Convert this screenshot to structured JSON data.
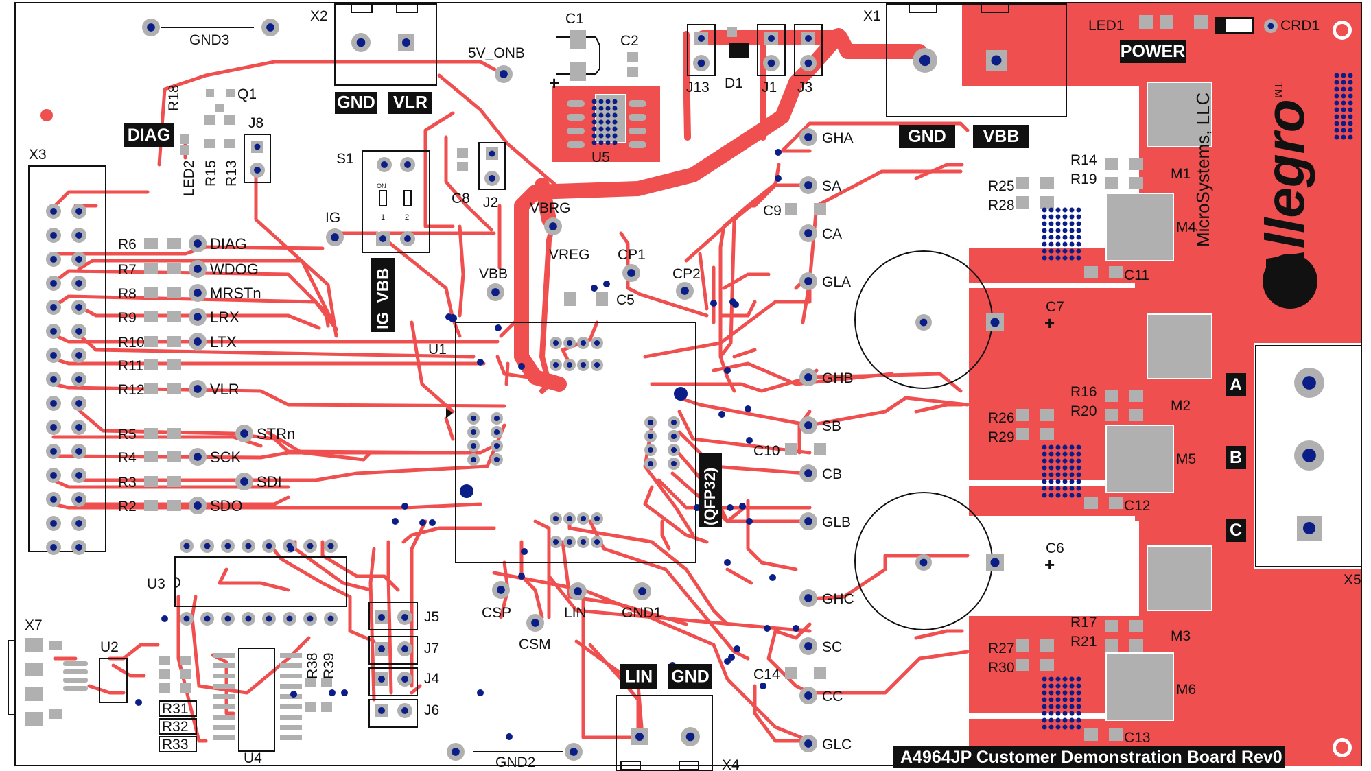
{
  "title": "A4964JP Customer Demonstration Board Rev0",
  "brand": {
    "logo": "Allegro",
    "trademark": "TM",
    "company": "MicroSystems, LLC"
  },
  "colors": {
    "copper": "#f04f4f",
    "pad": "#b0b0b0",
    "via": "#0b1e88",
    "outline": "#111111",
    "board": "#ffffff"
  },
  "silk_labels": {
    "gnd3": "GND3",
    "gnd2": "GND2",
    "gnd1": "GND1",
    "x1": "X1",
    "x2": "X2",
    "x3": "X3",
    "x4": "X4",
    "x5": "X5",
    "x7": "X7",
    "c1": "C1",
    "c2": "C2",
    "c5": "C5",
    "c6": "C6",
    "c7": "C7",
    "c8": "C8",
    "c9": "C9",
    "c10": "C10",
    "c11": "C11",
    "c12": "C12",
    "c13": "C13",
    "c14": "C14",
    "j1": "J1",
    "j2": "J2",
    "j3": "J3",
    "j4": "J4",
    "j5": "J5",
    "j6": "J6",
    "j7": "J7",
    "j8": "J8",
    "j13": "J13",
    "d1": "D1",
    "q1": "Q1",
    "s1": "S1",
    "u1": "U1",
    "u2": "U2",
    "u3": "U3",
    "u4": "U4",
    "u5": "U5",
    "led1": "LED1",
    "led2": "LED2",
    "crd1": "CRD1",
    "r13": "R13",
    "r14": "R14",
    "r15": "R15",
    "r16": "R16",
    "r17": "R17",
    "r18": "R18",
    "r19": "R19",
    "r20": "R20",
    "r21": "R21",
    "r25": "R25",
    "r26": "R26",
    "r27": "R27",
    "r28": "R28",
    "r29": "R29",
    "r30": "R30",
    "r31": "R31",
    "r32": "R32",
    "r33": "R33",
    "r38": "R38",
    "r39": "R39",
    "m1": "M1",
    "m2": "M2",
    "m3": "M3",
    "m4": "M4",
    "m5": "M5",
    "m6": "M6",
    "net_5v": "5V_ONB",
    "vbrg": "VBRG",
    "vreg": "VREG",
    "cp1": "CP1",
    "cp2": "CP2",
    "vbb": "VBB",
    "ig": "IG",
    "csp": "CSP",
    "csm": "CSM",
    "lin": "LIN",
    "qfp": "(QFP32)",
    "gha": "GHA",
    "sa": "SA",
    "ca": "CA",
    "gla": "GLA",
    "ghb": "GHB",
    "sb": "SB",
    "cb": "CB",
    "glb": "GLB",
    "ghc": "GHC",
    "sc": "SC",
    "cc": "CC",
    "glc": "GLC",
    "s1_on": "ON",
    "s1_1": "1",
    "s1_2": "2",
    "plus": "+"
  },
  "header_pins": [
    {
      "res": "R6",
      "net": "DIAG"
    },
    {
      "res": "R7",
      "net": "WDOG"
    },
    {
      "res": "R8",
      "net": "MRSTn"
    },
    {
      "res": "R9",
      "net": "LRX"
    },
    {
      "res": "R10",
      "net": "LTX"
    },
    {
      "res": "R11",
      "net": ""
    },
    {
      "res": "R12",
      "net": "VLR"
    },
    {
      "res": "R5",
      "net": "STRn"
    },
    {
      "res": "R4",
      "net": "SCK"
    },
    {
      "res": "R3",
      "net": "SDI"
    },
    {
      "res": "R2",
      "net": "SDO"
    }
  ],
  "tags": {
    "gnd_x2": "GND",
    "vlr_x2": "VLR",
    "diag": "DIAG",
    "ig_vbb": "IG_VBB",
    "gnd_x1": "GND",
    "vbb_x1": "VBB",
    "power": "POWER",
    "phase_a": "A",
    "phase_b": "B",
    "phase_c": "C",
    "lin_x4": "LIN",
    "gnd_x4": "GND"
  }
}
